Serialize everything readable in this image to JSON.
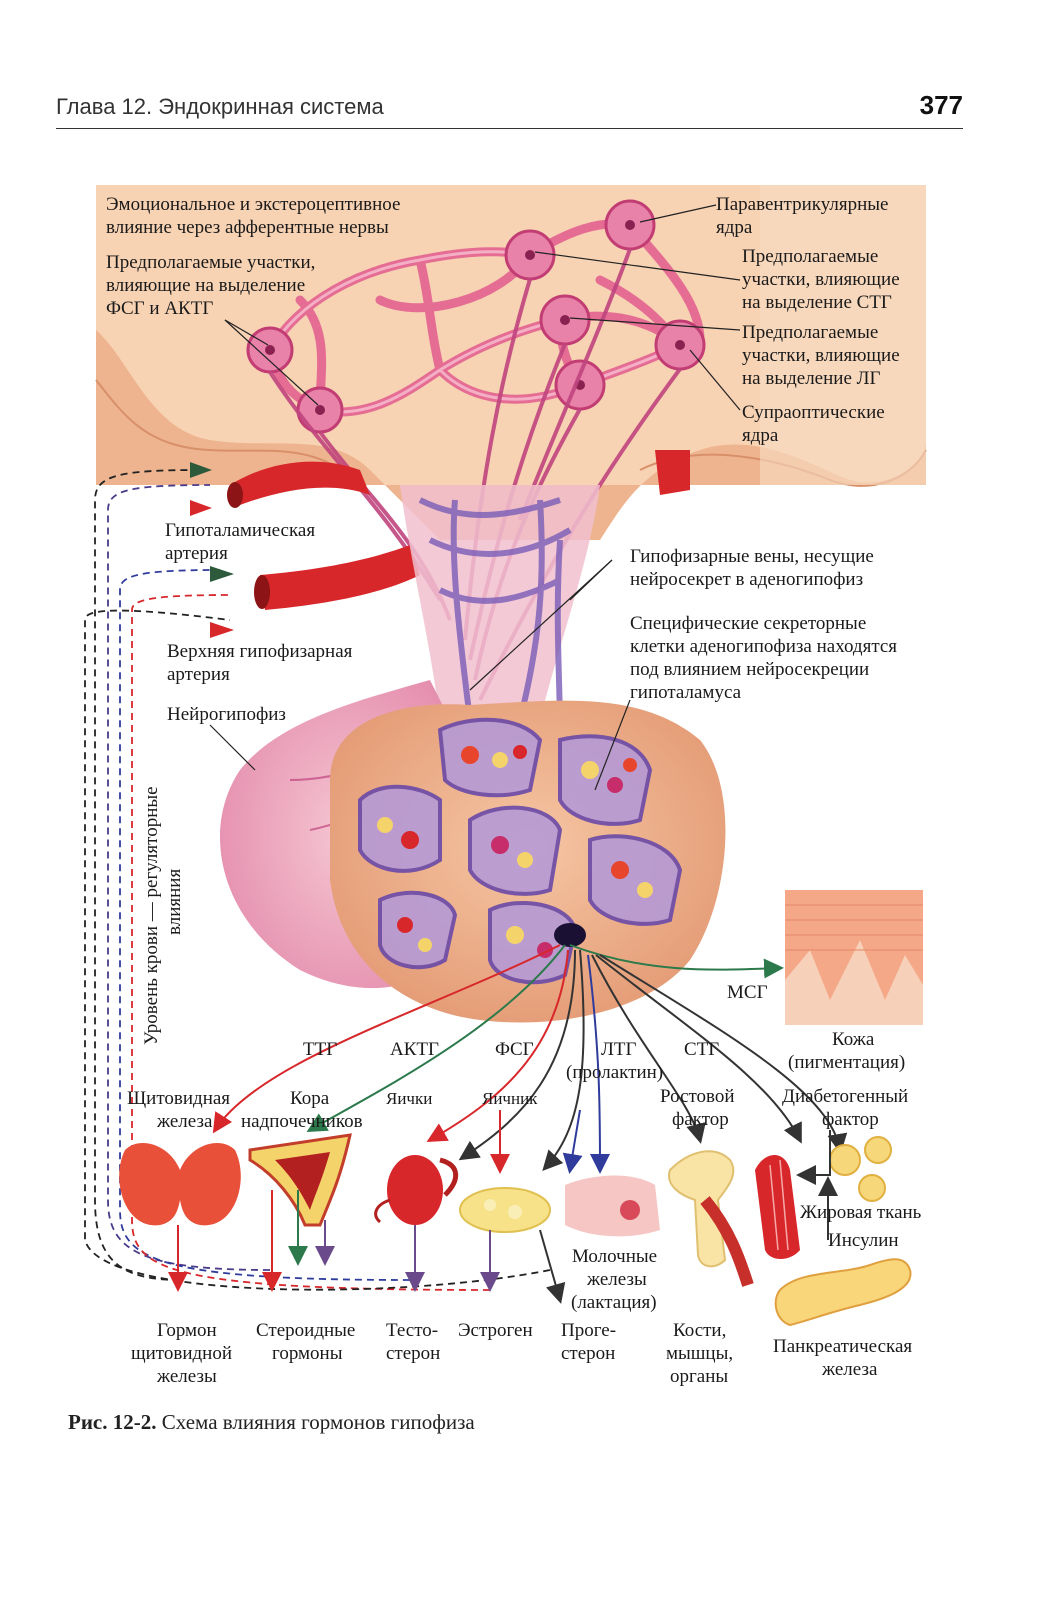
{
  "header": {
    "chapter": "Глава 12. Эндокринная система",
    "page_number": "377"
  },
  "labels": {
    "emotional_1": "Эмоциональное и экстероцептивное",
    "emotional_2": "влияние через афферентные нервы",
    "fsg_1": "Предполагаемые участки,",
    "fsg_2": "влияющие на выделение",
    "fsg_3": "ФСГ и АКТГ",
    "paravent_1": "Паравентрикулярные",
    "paravent_2": "ядра",
    "stg_1": "Предполагаемые",
    "stg_2": "участки, влияющие",
    "stg_3": "на выделение СТГ",
    "lg_1": "Предполагаемые",
    "lg_2": "участки, влияющие",
    "lg_3": "на выделение ЛГ",
    "supraopt_1": "Супраоптические",
    "supraopt_2": "ядра",
    "hypoth_art_1": "Гипоталамическая",
    "hypoth_art_2": "артерия",
    "pit_veins_1": "Гипофизарные вены, несущие",
    "pit_veins_2": "нейросекрет в аденогипофиз",
    "specific_1": "Специфические секреторные",
    "specific_2": "клетки аденогипофиза находятся",
    "specific_3": "под влиянием нейросекреции",
    "specific_4": "гипоталамуса",
    "upper_art_1": "Верхняя гипофизарная",
    "upper_art_2": "артерия",
    "neurohyp": "Нейрогипофиз",
    "blood_level_1": "Уровень крови — регуляторные",
    "blood_level_2": "влияния",
    "msg": "МСГ",
    "skin_1": "Кожа",
    "skin_2": "(пигментация)",
    "ttg": "ТТГ",
    "aktg": "АКТГ",
    "fsg": "ФСГ",
    "ltg": "ЛТГ",
    "prolactin": "(пролактин)",
    "stg": "СТГ",
    "thyroid_1": "Щитовидная",
    "thyroid_2": "железа",
    "cortex_1": "Кора",
    "cortex_2": "надпочечников",
    "testes": "Яички",
    "ovary": "Яичник",
    "growth_1": "Ростовой",
    "growth_2": "фактор",
    "diabet_1": "Диабетогенный",
    "diabet_2": "фактор",
    "fat": "Жировая ткань",
    "insulin": "Инсулин",
    "milk_1": "Молочные",
    "milk_2": "железы",
    "milk_3": "(лактация)",
    "out_thyroid_1": "Гормон",
    "out_thyroid_2": "щитовидной",
    "out_thyroid_3": "железы",
    "out_steroid_1": "Стероидные",
    "out_steroid_2": "гормоны",
    "out_testo_1": "Тесто-",
    "out_testo_2": "стерон",
    "out_estrogen": "Эстроген",
    "out_progest_1": "Проге-",
    "out_progest_2": "стерон",
    "out_bones_1": "Кости,",
    "out_bones_2": "мышцы,",
    "out_bones_3": "органы",
    "pancreas_1": "Панкреатическая",
    "pancreas_2": "железа"
  },
  "caption": {
    "label": "Рис. 12-2.",
    "text": " Схема влияния гормонов гипофиза"
  },
  "colors": {
    "background_tissue": "#f6c9a8",
    "brain_tissue": "#e8a882",
    "neuron_pink": "#e25c8f",
    "vessel_red": "#d8272b",
    "vein_purple": "#7a5db8",
    "anterior_lobe": "#ecaa86",
    "fat_yellow": "#f7e28a",
    "arrow_green": "#2c7a4b",
    "arrow_blue": "#2f3c9c",
    "arrow_dark": "#333333"
  }
}
